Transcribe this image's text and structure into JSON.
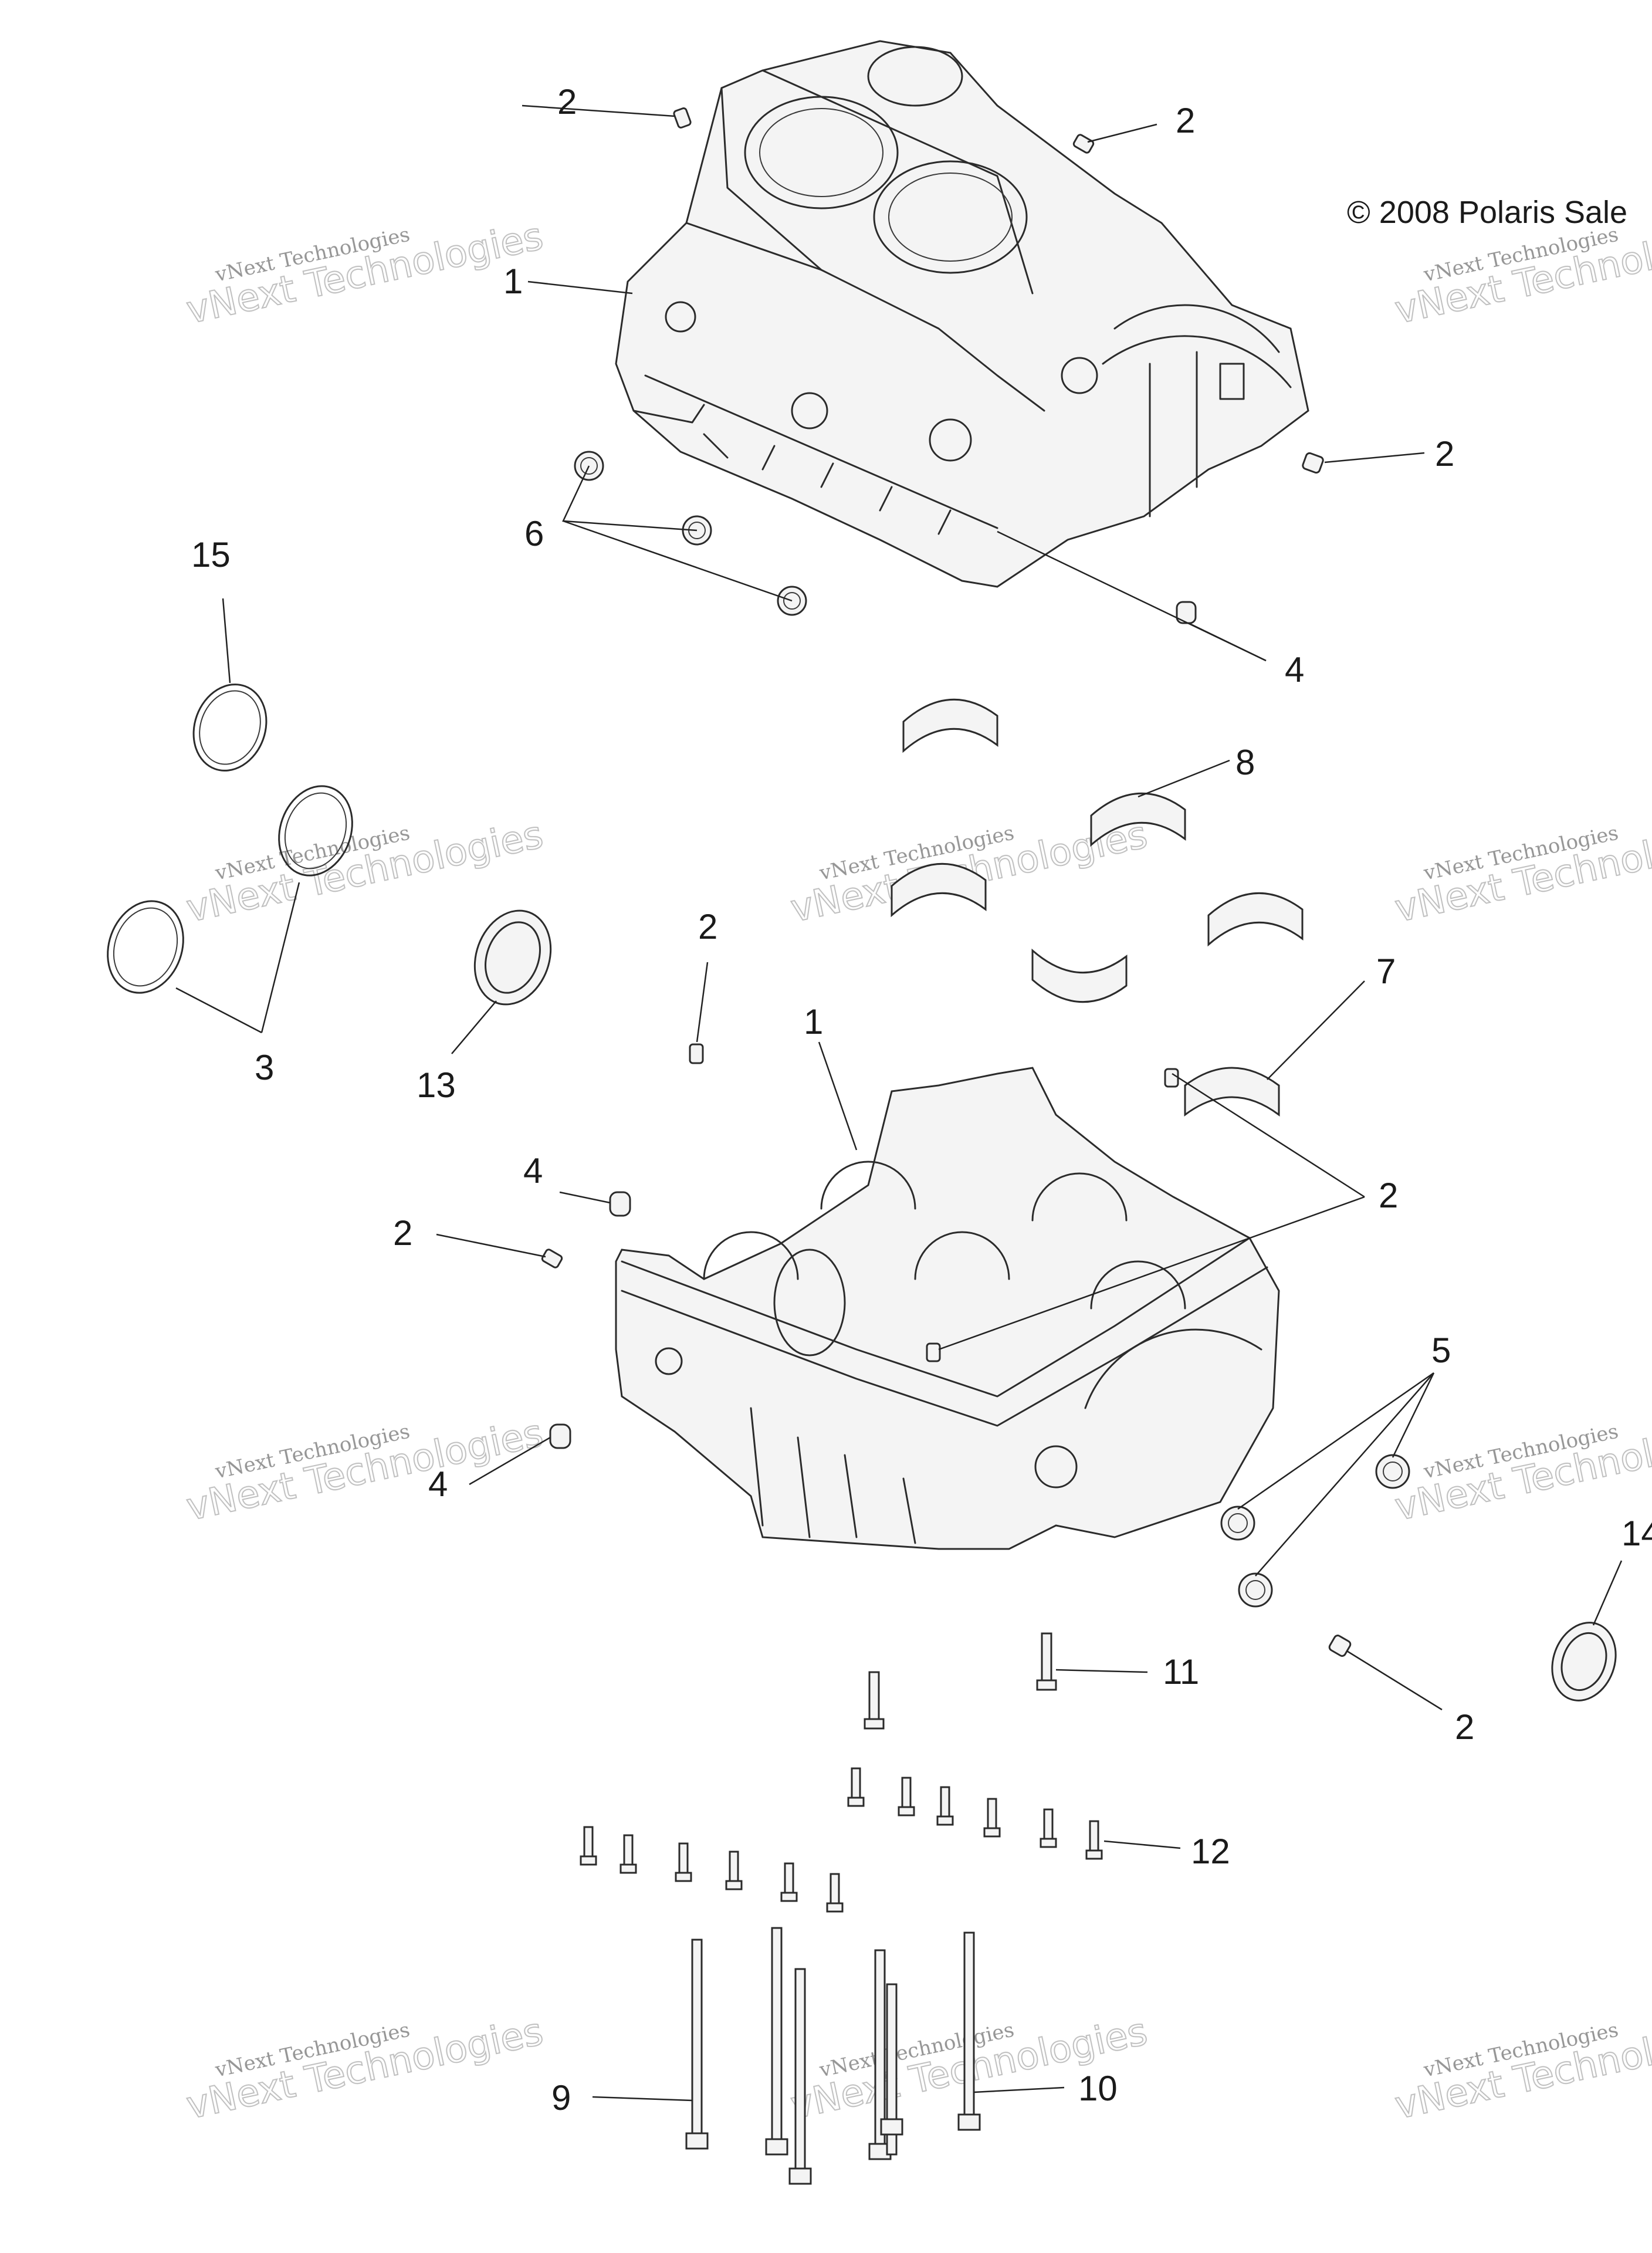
{
  "copyright": "© 2008 Polaris Sale",
  "watermark": {
    "line1": "vNext Technologies",
    "line2": "vNext Technologies"
  },
  "callouts": {
    "c1_top": "1",
    "c1_bottom": "1",
    "c2_a": "2",
    "c2_b": "2",
    "c2_c": "2",
    "c2_d": "2",
    "c2_e": "2",
    "c2_f": "2",
    "c2_g": "2",
    "c3": "3",
    "c4_top": "4",
    "c4_mid": "4",
    "c4_bottom": "4",
    "c5": "5",
    "c6": "6",
    "c7": "7",
    "c8": "8",
    "c9": "9",
    "c10": "10",
    "c11": "11",
    "c12": "12",
    "c13": "13",
    "c14": "14",
    "c15": "15"
  }
}
